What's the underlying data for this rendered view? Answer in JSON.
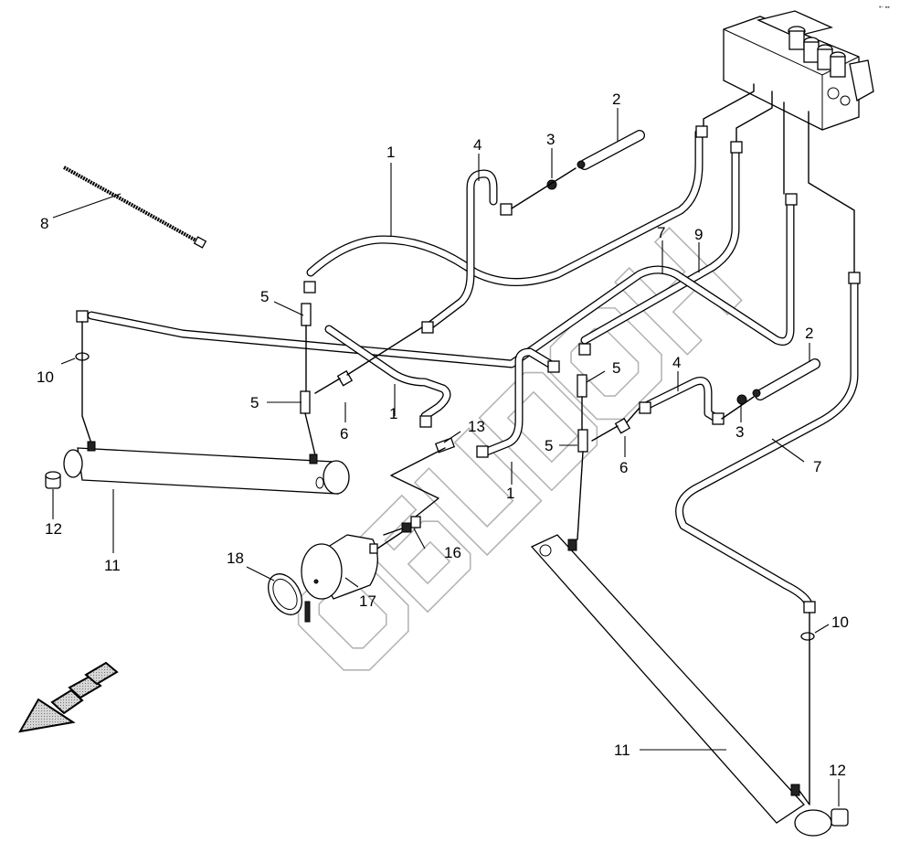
{
  "diagram": {
    "type": "exploded-parts-diagram",
    "subject": "hydraulic lines, cylinders and accumulator",
    "watermark_text": "SERVICE",
    "direction_arrow": "front-direction-arrow",
    "corner_mark": "•‑ ▪▪",
    "colors": {
      "line": "#000000",
      "watermark": "#b5b5b5",
      "background": "#ffffff",
      "arrow_fill": "#c8c8c8"
    }
  },
  "callouts": [
    {
      "id": "c1a",
      "label": "1",
      "part": "hydraulic pipe"
    },
    {
      "id": "c1b",
      "label": "1",
      "part": "hydraulic pipe"
    },
    {
      "id": "c1c",
      "label": "1",
      "part": "hydraulic pipe"
    },
    {
      "id": "c2a",
      "label": "2",
      "part": "hose sleeve"
    },
    {
      "id": "c2b",
      "label": "2",
      "part": "hose sleeve"
    },
    {
      "id": "c3a",
      "label": "3",
      "part": "adapter"
    },
    {
      "id": "c3b",
      "label": "3",
      "part": "adapter"
    },
    {
      "id": "c4a",
      "label": "4",
      "part": "hydraulic hose"
    },
    {
      "id": "c4b",
      "label": "4",
      "part": "hydraulic hose"
    },
    {
      "id": "c5a",
      "label": "5",
      "part": "tee fitting"
    },
    {
      "id": "c5b",
      "label": "5",
      "part": "tee fitting"
    },
    {
      "id": "c5c",
      "label": "5",
      "part": "tee fitting"
    },
    {
      "id": "c5d",
      "label": "5",
      "part": "tee fitting"
    },
    {
      "id": "c6a",
      "label": "6",
      "part": "adapter"
    },
    {
      "id": "c6b",
      "label": "6",
      "part": "adapter"
    },
    {
      "id": "c7a",
      "label": "7",
      "part": "hydraulic pipe"
    },
    {
      "id": "c7b",
      "label": "7",
      "part": "hydraulic pipe"
    },
    {
      "id": "c8",
      "label": "8",
      "part": "cable tie"
    },
    {
      "id": "c9",
      "label": "9",
      "part": "hydraulic pipe"
    },
    {
      "id": "c10a",
      "label": "10",
      "part": "seal washer"
    },
    {
      "id": "c10b",
      "label": "10",
      "part": "seal washer"
    },
    {
      "id": "c11a",
      "label": "11",
      "part": "hydraulic cylinder"
    },
    {
      "id": "c11b",
      "label": "11",
      "part": "hydraulic cylinder"
    },
    {
      "id": "c12a",
      "label": "12",
      "part": "bushing"
    },
    {
      "id": "c12b",
      "label": "12",
      "part": "bushing"
    },
    {
      "id": "c13",
      "label": "13",
      "part": "tee fitting"
    },
    {
      "id": "c16",
      "label": "16",
      "part": "adapter"
    },
    {
      "id": "c17",
      "label": "17",
      "part": "accumulator"
    },
    {
      "id": "c18",
      "label": "18",
      "part": "clamp"
    }
  ]
}
